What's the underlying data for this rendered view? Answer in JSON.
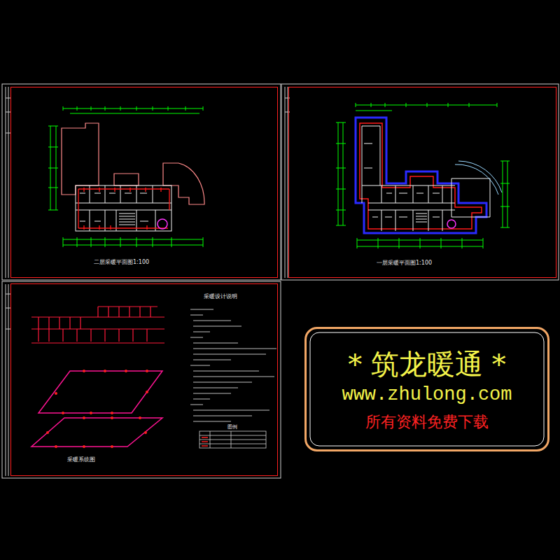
{
  "diagram": {
    "nodes": [
      {
        "text": [
          "二层采暖平面图1:100"
        ]
      },
      {
        "text": [
          "一层采暖平面图1:100"
        ]
      },
      {
        "text": [
          "采暖系统图",
          "采暖设计说明"
        ]
      },
      {
        "text": [
          "* 筑龙暖通 *",
          "www.zhulong.com",
          "所有资料免费下载"
        ]
      }
    ],
    "labels": [
      "图例"
    ]
  }
}
